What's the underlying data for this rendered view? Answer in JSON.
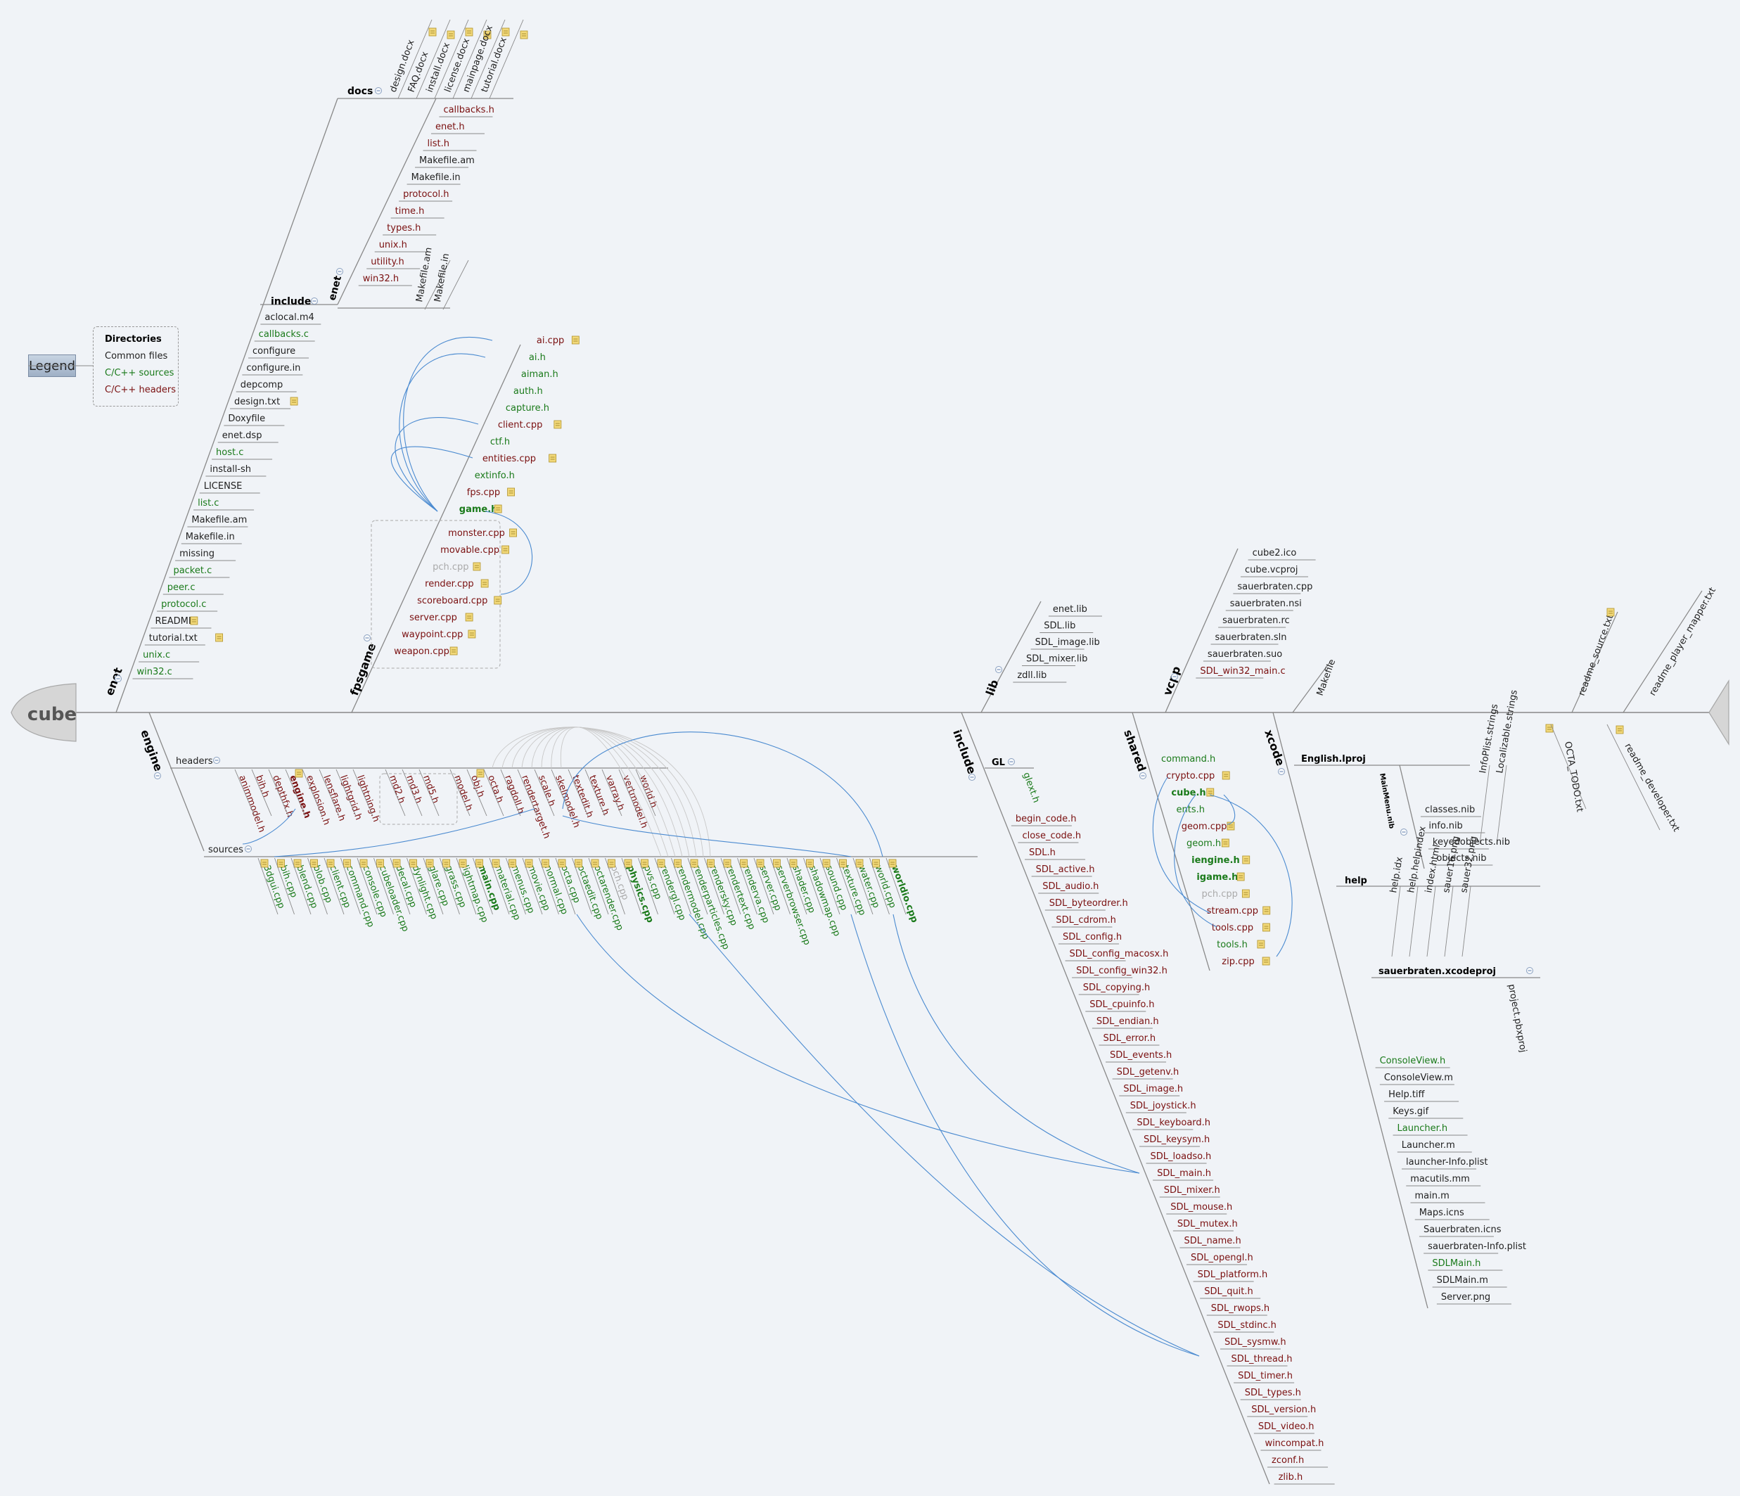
{
  "colors": {
    "dir": "#000000",
    "common": "#1f1f1f",
    "src": "#1a7a1a",
    "hdr": "#7a1010",
    "faint": "#aaaaaa",
    "line": "#888888",
    "link": "#4a8ad0"
  },
  "title": "cube",
  "legend": {
    "button": "Legend",
    "items": [
      {
        "label": "Directories",
        "kind": "dir"
      },
      {
        "label": "Common files",
        "kind": "common"
      },
      {
        "label": "C/C++ sources",
        "kind": "src"
      },
      {
        "label": "C/C++ headers",
        "kind": "hdr"
      }
    ]
  },
  "nodes": {
    "enet": "enet",
    "docs": "docs",
    "include": "include",
    "enet_sub": "enet",
    "fpsgame": "fpsgame",
    "lib": "lib",
    "vcpp": "vcpp",
    "makefile": "Makefile",
    "readme_source": "readme_source.txt",
    "readme_player": "readme_player_mapper.txt",
    "engine": "engine",
    "headers": "headers",
    "sources": "sources",
    "include_root": "include",
    "gl": "GL",
    "shared": "shared",
    "xcode": "xcode",
    "english": "English.lproj",
    "mainmenu": "MainMenu.nib",
    "help": "help",
    "xcodeproj": "sauerbraten.xcodeproj",
    "octa_todo": "OCTA_TODO.txt",
    "readme_dev": "readme_developer.txt"
  },
  "enet_files": [
    {
      "t": "aclocal.m4",
      "k": "common"
    },
    {
      "t": "callbacks.c",
      "k": "src"
    },
    {
      "t": "configure",
      "k": "common"
    },
    {
      "t": "configure.in",
      "k": "common"
    },
    {
      "t": "depcomp",
      "k": "common"
    },
    {
      "t": "design.txt",
      "k": "common",
      "n": true
    },
    {
      "t": "Doxyfile",
      "k": "common"
    },
    {
      "t": "enet.dsp",
      "k": "common"
    },
    {
      "t": "host.c",
      "k": "src"
    },
    {
      "t": "install-sh",
      "k": "common"
    },
    {
      "t": "LICENSE",
      "k": "common"
    },
    {
      "t": "list.c",
      "k": "src"
    },
    {
      "t": "Makefile.am",
      "k": "common"
    },
    {
      "t": "Makefile.in",
      "k": "common"
    },
    {
      "t": "missing",
      "k": "common"
    },
    {
      "t": "packet.c",
      "k": "src"
    },
    {
      "t": "peer.c",
      "k": "src"
    },
    {
      "t": "protocol.c",
      "k": "src"
    },
    {
      "t": "README",
      "k": "common",
      "n": true
    },
    {
      "t": "tutorial.txt",
      "k": "common",
      "n": true
    },
    {
      "t": "unix.c",
      "k": "src"
    },
    {
      "t": "win32.c",
      "k": "src"
    }
  ],
  "include_headers": [
    {
      "t": "callbacks.h",
      "k": "hdr"
    },
    {
      "t": "enet.h",
      "k": "hdr"
    },
    {
      "t": "list.h",
      "k": "hdr"
    },
    {
      "t": "Makefile.am",
      "k": "common"
    },
    {
      "t": "Makefile.in",
      "k": "common"
    },
    {
      "t": "protocol.h",
      "k": "hdr"
    },
    {
      "t": "time.h",
      "k": "hdr"
    },
    {
      "t": "types.h",
      "k": "hdr"
    },
    {
      "t": "unix.h",
      "k": "hdr"
    },
    {
      "t": "utility.h",
      "k": "hdr"
    },
    {
      "t": "win32.h",
      "k": "hdr"
    }
  ],
  "enet_sub_files": [
    "Makefile.am",
    "Makefile.in"
  ],
  "docs_files": [
    "design.docx",
    "FAQ.docx",
    "install.docx",
    "license.docx",
    "mainpage.docx",
    "tutorial.docx"
  ],
  "fpsgame_files": [
    {
      "t": "ai.cpp",
      "k": "hdr",
      "n": true
    },
    {
      "t": "ai.h",
      "k": "src"
    },
    {
      "t": "aiman.h",
      "k": "src"
    },
    {
      "t": "auth.h",
      "k": "src"
    },
    {
      "t": "capture.h",
      "k": "src"
    },
    {
      "t": "client.cpp",
      "k": "hdr",
      "n": true
    },
    {
      "t": "ctf.h",
      "k": "src"
    },
    {
      "t": "entities.cpp",
      "k": "hdr",
      "n": true
    },
    {
      "t": "extinfo.h",
      "k": "src"
    },
    {
      "t": "fps.cpp",
      "k": "hdr",
      "n": true
    },
    {
      "t": "game.h",
      "k": "src",
      "b": true,
      "n": true
    },
    {
      "t": "monster.cpp",
      "k": "hdr",
      "n": true
    },
    {
      "t": "movable.cpp",
      "k": "hdr",
      "n": true
    },
    {
      "t": "pch.cpp",
      "k": "faint",
      "n": true
    },
    {
      "t": "render.cpp",
      "k": "hdr",
      "n": true
    },
    {
      "t": "scoreboard.cpp",
      "k": "hdr",
      "n": true
    },
    {
      "t": "server.cpp",
      "k": "hdr",
      "n": true
    },
    {
      "t": "waypoint.cpp",
      "k": "hdr",
      "n": true
    },
    {
      "t": "weapon.cpp",
      "k": "hdr",
      "n": true
    }
  ],
  "lib_files": [
    "enet.lib",
    "SDL.lib",
    "SDL_image.lib",
    "SDL_mixer.lib",
    "zdll.lib"
  ],
  "vcpp_files": [
    {
      "t": "cube2.ico",
      "k": "common"
    },
    {
      "t": "cube.vcproj",
      "k": "common"
    },
    {
      "t": "sauerbraten.cpp",
      "k": "common"
    },
    {
      "t": "sauerbraten.nsi",
      "k": "common"
    },
    {
      "t": "sauerbraten.rc",
      "k": "common"
    },
    {
      "t": "sauerbraten.sln",
      "k": "common"
    },
    {
      "t": "sauerbraten.suo",
      "k": "common"
    },
    {
      "t": "SDL_win32_main.c",
      "k": "hdr"
    }
  ],
  "engine_headers": [
    {
      "t": "animmodel.h",
      "k": "hdr"
    },
    {
      "t": "bih.h",
      "k": "hdr"
    },
    {
      "t": "depthfx.h",
      "k": "hdr"
    },
    {
      "t": "engine.h",
      "k": "hdr",
      "b": true,
      "n": true
    },
    {
      "t": "explosion.h",
      "k": "hdr"
    },
    {
      "t": "lensflare.h",
      "k": "hdr"
    },
    {
      "t": "lightgrid.h",
      "k": "hdr"
    },
    {
      "t": "lightning.h",
      "k": "hdr"
    },
    {
      "t": "md2.h",
      "k": "hdr"
    },
    {
      "t": "md3.h",
      "k": "hdr"
    },
    {
      "t": "md5.h",
      "k": "hdr"
    },
    {
      "t": "model.h",
      "k": "hdr"
    },
    {
      "t": "obj.h",
      "k": "hdr",
      "n": true
    },
    {
      "t": "octa.h",
      "k": "hdr"
    },
    {
      "t": "ragdoll.h",
      "k": "hdr"
    },
    {
      "t": "rendertarget.h",
      "k": "hdr"
    },
    {
      "t": "scale.h",
      "k": "hdr"
    },
    {
      "t": "skelmodel.h",
      "k": "hdr"
    },
    {
      "t": "textedit.h",
      "k": "hdr"
    },
    {
      "t": "texture.h",
      "k": "hdr"
    },
    {
      "t": "varray.h",
      "k": "hdr"
    },
    {
      "t": "vertmodel.h",
      "k": "hdr"
    },
    {
      "t": "world.h",
      "k": "hdr"
    }
  ],
  "engine_sources": [
    {
      "t": "3dgui.cpp",
      "k": "src"
    },
    {
      "t": "bih.cpp",
      "k": "src"
    },
    {
      "t": "blend.cpp",
      "k": "src"
    },
    {
      "t": "blob.cpp",
      "k": "src"
    },
    {
      "t": "client.cpp",
      "k": "src"
    },
    {
      "t": "command.cpp",
      "k": "src"
    },
    {
      "t": "console.cpp",
      "k": "src"
    },
    {
      "t": "cubeloader.cpp",
      "k": "src"
    },
    {
      "t": "decal.cpp",
      "k": "src"
    },
    {
      "t": "dynlight.cpp",
      "k": "src"
    },
    {
      "t": "glare.cpp",
      "k": "src"
    },
    {
      "t": "grass.cpp",
      "k": "src"
    },
    {
      "t": "lightmap.cpp",
      "k": "src"
    },
    {
      "t": "main.cpp",
      "k": "src",
      "b": true
    },
    {
      "t": "material.cpp",
      "k": "src"
    },
    {
      "t": "menus.cpp",
      "k": "src"
    },
    {
      "t": "movie.cpp",
      "k": "src"
    },
    {
      "t": "normal.cpp",
      "k": "src"
    },
    {
      "t": "octa.cpp",
      "k": "src"
    },
    {
      "t": "octaedit.cpp",
      "k": "src"
    },
    {
      "t": "octarender.cpp",
      "k": "src"
    },
    {
      "t": "pch.cpp",
      "k": "faint"
    },
    {
      "t": "physics.cpp",
      "k": "src",
      "b": true
    },
    {
      "t": "pvs.cpp",
      "k": "src"
    },
    {
      "t": "rendergl.cpp",
      "k": "src"
    },
    {
      "t": "rendermodel.cpp",
      "k": "src"
    },
    {
      "t": "renderparticles.cpp",
      "k": "src"
    },
    {
      "t": "rendersky.cpp",
      "k": "src"
    },
    {
      "t": "rendertext.cpp",
      "k": "src"
    },
    {
      "t": "renderva.cpp",
      "k": "src"
    },
    {
      "t": "server.cpp",
      "k": "src"
    },
    {
      "t": "serverbrowser.cpp",
      "k": "src"
    },
    {
      "t": "shader.cpp",
      "k": "src"
    },
    {
      "t": "shadowmap.cpp",
      "k": "src"
    },
    {
      "t": "sound.cpp",
      "k": "src"
    },
    {
      "t": "texture.cpp",
      "k": "src"
    },
    {
      "t": "water.cpp",
      "k": "src"
    },
    {
      "t": "world.cpp",
      "k": "src"
    },
    {
      "t": "worldio.cpp",
      "k": "src",
      "b": true
    }
  ],
  "gl_files": [
    "glext.h"
  ],
  "include_files": [
    "begin_code.h",
    "close_code.h",
    "SDL.h",
    "SDL_active.h",
    "SDL_audio.h",
    "SDL_byteordrer.h",
    "SDL_cdrom.h",
    "SDL_config.h",
    "SDL_config_macosx.h",
    "SDL_config_win32.h",
    "SDL_copying.h",
    "SDL_cpuinfo.h",
    "SDL_endian.h",
    "SDL_error.h",
    "SDL_events.h",
    "SDL_getenv.h",
    "SDL_image.h",
    "SDL_joystick.h",
    "SDL_keyboard.h",
    "SDL_keysym.h",
    "SDL_loadso.h",
    "SDL_main.h",
    "SDL_mixer.h",
    "SDL_mouse.h",
    "SDL_mutex.h",
    "SDL_name.h",
    "SDL_opengl.h",
    "SDL_platform.h",
    "SDL_quit.h",
    "SDL_rwops.h",
    "SDL_stdinc.h",
    "SDL_sysmw.h",
    "SDL_thread.h",
    "SDL_timer.h",
    "SDL_types.h",
    "SDL_version.h",
    "SDL_video.h",
    "wincompat.h",
    "zconf.h",
    "zlib.h"
  ],
  "shared_files": [
    {
      "t": "command.h",
      "k": "src"
    },
    {
      "t": "crypto.cpp",
      "k": "hdr",
      "n": true
    },
    {
      "t": "cube.h",
      "k": "src",
      "b": true,
      "n": true
    },
    {
      "t": "ents.h",
      "k": "src"
    },
    {
      "t": "geom.cpp",
      "k": "hdr",
      "n": true
    },
    {
      "t": "geom.h",
      "k": "src",
      "n": true
    },
    {
      "t": "iengine.h",
      "k": "src",
      "b": true,
      "n": true
    },
    {
      "t": "igame.h",
      "k": "src",
      "b": true,
      "n": true
    },
    {
      "t": "pch.cpp",
      "k": "faint",
      "n": true
    },
    {
      "t": "stream.cpp",
      "k": "hdr",
      "n": true
    },
    {
      "t": "tools.cpp",
      "k": "hdr",
      "n": true
    },
    {
      "t": "tools.h",
      "k": "src",
      "n": true
    },
    {
      "t": "zip.cpp",
      "k": "hdr",
      "n": true
    }
  ],
  "english_files": [
    "InfoPlist.strings",
    "Localizable.strings"
  ],
  "mainmenu_files": [
    "classes.nib",
    "info.nib",
    "keyedobjects.nib",
    "objects.nib"
  ],
  "help_files": [
    "help.idx",
    "help.helpindex",
    "index.html",
    "sauer16.png",
    "sauer32.png"
  ],
  "xcodeproj_files": [
    "project.pbxproj"
  ],
  "xcode_files": [
    {
      "t": "ConsoleView.h",
      "k": "src"
    },
    {
      "t": "ConsoleView.m",
      "k": "common"
    },
    {
      "t": "Help.tiff",
      "k": "common"
    },
    {
      "t": "Keys.gif",
      "k": "common"
    },
    {
      "t": "Launcher.h",
      "k": "src"
    },
    {
      "t": "Launcher.m",
      "k": "common"
    },
    {
      "t": "launcher-Info.plist",
      "k": "common"
    },
    {
      "t": "macutils.mm",
      "k": "common"
    },
    {
      "t": "main.m",
      "k": "common"
    },
    {
      "t": "Maps.icns",
      "k": "common"
    },
    {
      "t": "Sauerbraten.icns",
      "k": "common"
    },
    {
      "t": "sauerbraten-Info.plist",
      "k": "common"
    },
    {
      "t": "SDLMain.h",
      "k": "src"
    },
    {
      "t": "SDLMain.m",
      "k": "common"
    },
    {
      "t": "Server.png",
      "k": "common"
    }
  ]
}
